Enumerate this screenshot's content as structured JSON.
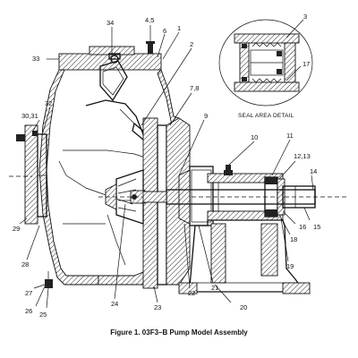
{
  "figure": {
    "caption": "Figure 1. 03F3–B Pump Model Assembly",
    "detail_label": "SEAL AREA DETAIL"
  },
  "callouts": {
    "c1": "1",
    "c2": "2",
    "c3": "3",
    "c4_5": "4,5",
    "c6": "6",
    "c7_8": "7,8",
    "c9": "9",
    "c10": "10",
    "c11": "11",
    "c12_13": "12,13",
    "c14": "14",
    "c15": "15",
    "c16": "16",
    "c17": "17",
    "c18": "18",
    "c19": "19",
    "c20": "20",
    "c21": "21",
    "c22": "22",
    "c23": "23",
    "c24": "24",
    "c25": "25",
    "c26": "26",
    "c27": "27",
    "c28": "28",
    "c29": "29",
    "c30_31": "30,31",
    "c32": "32",
    "c33": "33",
    "c34": "34"
  }
}
